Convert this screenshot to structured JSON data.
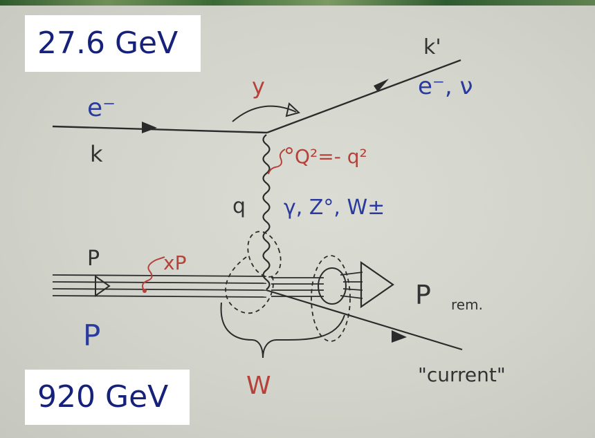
{
  "energies": {
    "electron_beam": "27.6 GeV",
    "proton_beam": "920 GeV"
  },
  "labels": {
    "incoming_lepton": "e⁻",
    "incoming_momentum": "k",
    "outgoing_momentum": "k'",
    "outgoing_lepton": "e⁻, ν",
    "inelasticity": "y",
    "q_squared": "Q²=- q²",
    "exchange_momentum": "q",
    "exchange_bosons": "γ, Z°, W±",
    "proton_top": "P",
    "parton_fraction": "xP",
    "proton_bottom": "P",
    "remnant": "P",
    "remnant_sub": "rem.",
    "hadronic_mass": "W",
    "current_jet": "\"current\""
  },
  "colors": {
    "background_green": "#3d6b3a",
    "paper": "#d6d7cf",
    "ink_dark": "#333333",
    "ink_blue": "#2a3a9e",
    "ink_red": "#b5423a",
    "box_text": "#16217a"
  }
}
